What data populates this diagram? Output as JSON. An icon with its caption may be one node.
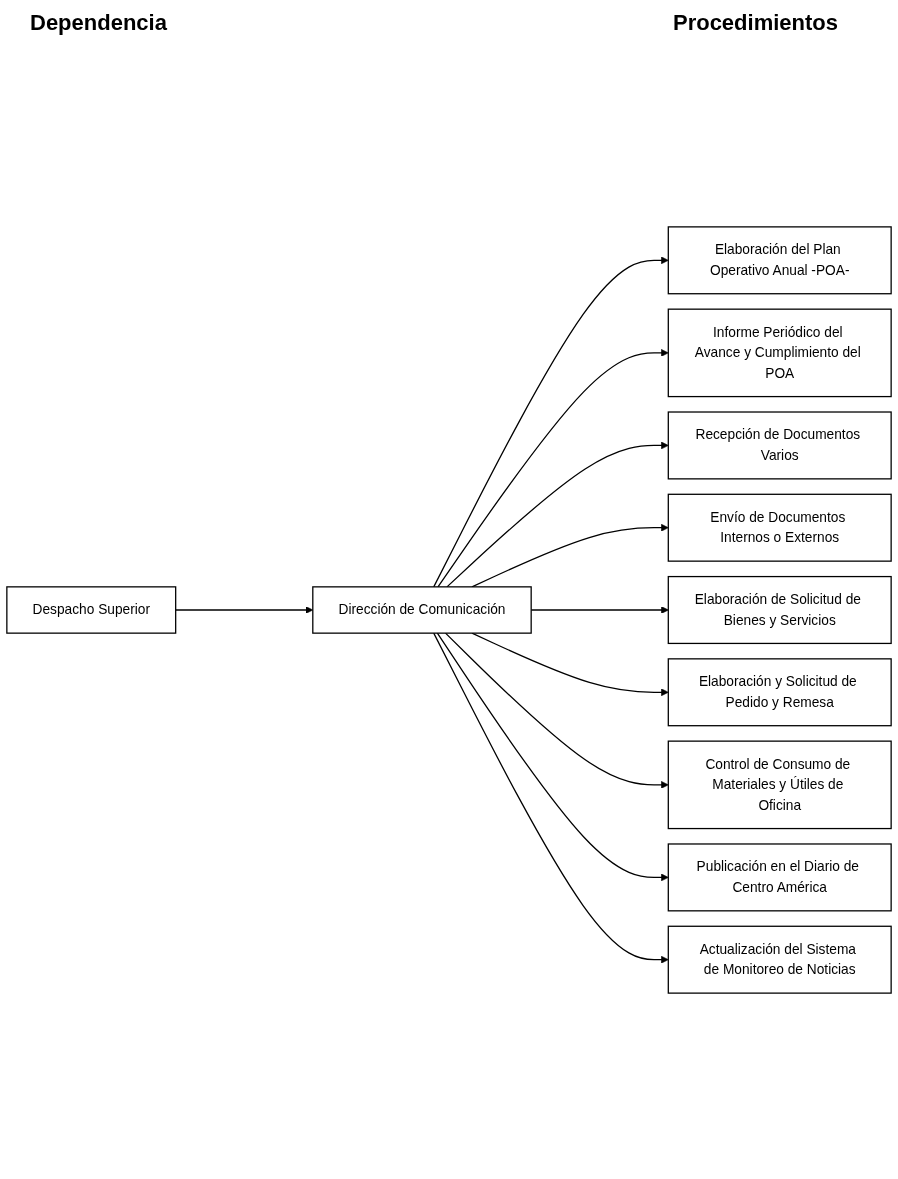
{
  "diagram": {
    "nodes": [
      {
        "text": [
          "Despacho Superior"
        ]
      },
      {
        "text": [
          "Dirección de Comunicación"
        ]
      },
      {
        "text": [
          "Elaboración del Plan Operativo Anual -POA-"
        ]
      },
      {
        "text": [
          "Informe Periódico del Avance y Cumplimiento del POA"
        ]
      },
      {
        "text": [
          "Recepción de Documentos Varios"
        ]
      },
      {
        "text": [
          "Envío de Documentos Internos o Externos"
        ]
      },
      {
        "text": [
          "Elaboración de Solicitud de Bienes y Servicios"
        ]
      },
      {
        "text": [
          "Elaboración y Solicitud de Pedido y Remesa"
        ]
      },
      {
        "text": [
          "Control de Consumo de Materiales y Útiles de Oficina"
        ]
      },
      {
        "text": [
          "Publicación en el Diario de Centro América"
        ]
      },
      {
        "text": [
          "Actualización del Sistema de Monitoreo de Noticias"
        ]
      }
    ],
    "edges": [
      {
        "from": 0,
        "to": 1,
        "arrow": "to"
      },
      {
        "from": 1,
        "to": 2,
        "arrow": "to"
      },
      {
        "from": 1,
        "to": 3,
        "arrow": "to"
      },
      {
        "from": 1,
        "to": 4,
        "arrow": "to"
      },
      {
        "from": 1,
        "to": 5,
        "arrow": "to"
      },
      {
        "from": 1,
        "to": 6,
        "arrow": "to"
      },
      {
        "from": 1,
        "to": 7,
        "arrow": "to"
      },
      {
        "from": 1,
        "to": 8,
        "arrow": "to"
      },
      {
        "from": 1,
        "to": 9,
        "arrow": "to"
      },
      {
        "from": 1,
        "to": 10,
        "arrow": "to"
      }
    ],
    "labels": [
      "Dependencia",
      "Procedimientos"
    ]
  }
}
